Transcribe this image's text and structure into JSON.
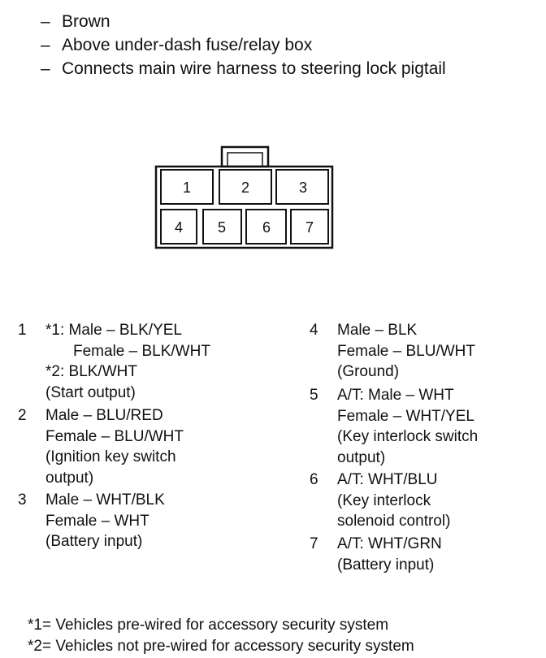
{
  "header": {
    "bullets": [
      "Brown",
      "Above under-dash fuse/relay box",
      "Connects main wire harness to steering lock pigtail"
    ],
    "dash": "–"
  },
  "connector": {
    "cavities": [
      "1",
      "2",
      "3",
      "4",
      "5",
      "6",
      "7"
    ]
  },
  "pins": [
    {
      "num": "1",
      "lines": [
        "*1: Male – BLK/YEL",
        "Female – BLK/WHT",
        "*2: BLK/WHT",
        "(Start output)"
      ]
    },
    {
      "num": "2",
      "lines": [
        "Male – BLU/RED",
        "Female – BLU/WHT",
        "(Ignition key switch",
        "output)"
      ]
    },
    {
      "num": "3",
      "lines": [
        "Male – WHT/BLK",
        "Female – WHT",
        "(Battery input)"
      ]
    },
    {
      "num": "4",
      "lines": [
        "Male – BLK",
        "Female – BLU/WHT",
        "(Ground)"
      ]
    },
    {
      "num": "5",
      "lines": [
        "A/T: Male – WHT",
        "Female – WHT/YEL",
        "(Key interlock switch",
        "output)"
      ]
    },
    {
      "num": "6",
      "lines": [
        "A/T: WHT/BLU",
        "(Key interlock",
        "solenoid control)"
      ]
    },
    {
      "num": "7",
      "lines": [
        "A/T: WHT/GRN",
        "(Battery input)"
      ]
    }
  ],
  "footnotes": [
    "*1= Vehicles pre-wired for accessory security system",
    "*2= Vehicles not pre-wired for accessory security system"
  ]
}
